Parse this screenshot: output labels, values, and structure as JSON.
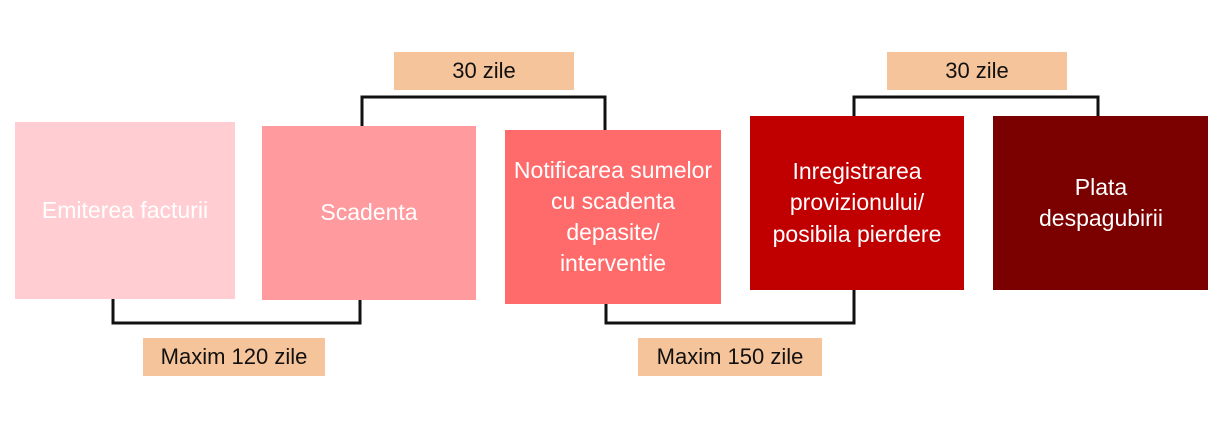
{
  "steps": [
    {
      "label": "Emiterea facturii",
      "color": "#ffcdd2"
    },
    {
      "label": "Scadenta",
      "color": "#ff9a9e"
    },
    {
      "label": "Notificarea sumelor cu scadenta depasite/ interventie",
      "color": "#ff6b6b"
    },
    {
      "label": "Inregistrarea provizionului/ posibila pierdere",
      "color": "#c00000"
    },
    {
      "label": "Plata despagubirii",
      "color": "#7b0000"
    }
  ],
  "durations": {
    "top_left": "30 zile",
    "top_right": "30 zile",
    "bottom_left": "Maxim 120 zile",
    "bottom_right": "Maxim 150 zile"
  },
  "label_color": "#f6c49a"
}
